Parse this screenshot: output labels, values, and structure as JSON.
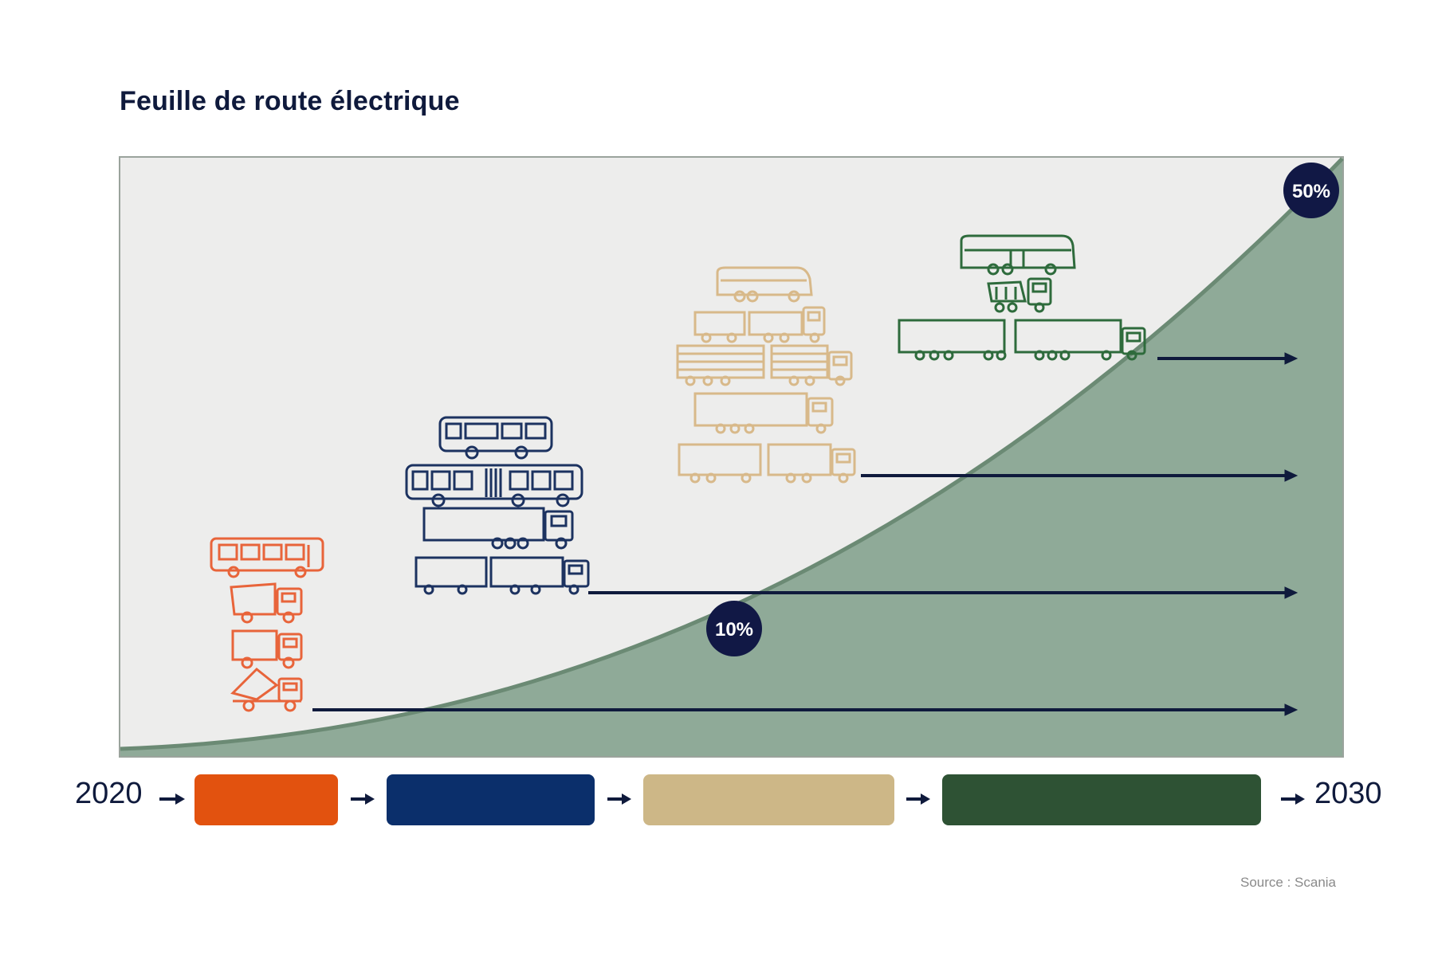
{
  "title": "Feuille de route électrique",
  "source": "Source : Scania",
  "timeline": {
    "start_label": "2020",
    "end_label": "2030",
    "phases": [
      {
        "color": "#e2520f"
      },
      {
        "color": "#0b2f6b"
      },
      {
        "color": "#cdb787"
      },
      {
        "color": "#2e5234"
      }
    ]
  },
  "milestones": [
    {
      "label": "10%"
    },
    {
      "label": "50%"
    }
  ],
  "vehicle_groups": [
    {
      "color": "#e8643a",
      "vehicles": [
        "city-bus-icon",
        "refuse-truck-icon",
        "box-truck-icon",
        "tipper-truck-icon"
      ]
    },
    {
      "color": "#1c3260",
      "vehicles": [
        "city-bus-icon",
        "articulated-bus-icon",
        "semi-trailer-truck-icon",
        "truck-trailer-icon"
      ]
    },
    {
      "color": "#d8b98a",
      "vehicles": [
        "coach-icon",
        "truck-trailer-icon",
        "timber-truck-icon",
        "semi-trailer-truck-icon",
        "truck-trailer-icon"
      ]
    },
    {
      "color": "#2e6b3c",
      "vehicles": [
        "coach-icon",
        "tipper-truck-icon",
        "long-combination-truck-icon"
      ]
    }
  ],
  "colors": {
    "panel": "#ededec",
    "panel_border": "#9aa39c",
    "area_fill": "#8faa98",
    "curve": "#6b8a74",
    "arrow": "#0f1a3c",
    "badge": "#111845"
  }
}
